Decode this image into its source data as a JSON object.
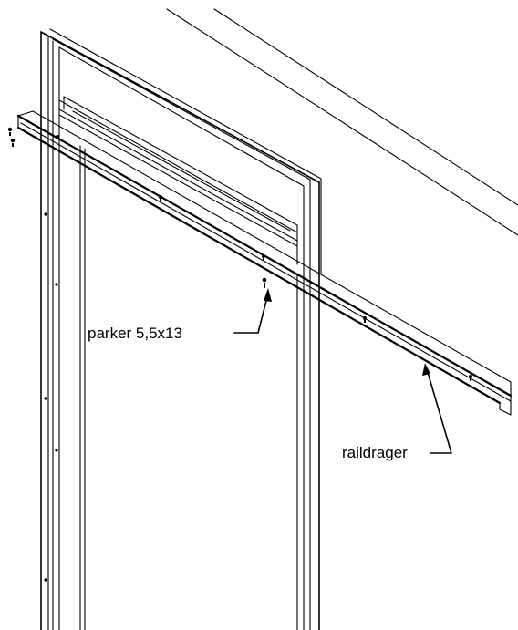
{
  "diagram": {
    "callouts": {
      "screw_label": "parker 5,5x13",
      "rail_bracket_label": "raildrager"
    },
    "line_color": "#000000",
    "background": "#ffffff",
    "components": [
      {
        "name": "wall-edge",
        "icon": "line"
      },
      {
        "name": "door-frame",
        "icon": "frame"
      },
      {
        "name": "rail-bracket",
        "icon": "angle-profile"
      },
      {
        "name": "screws",
        "icon": "screw"
      }
    ]
  }
}
